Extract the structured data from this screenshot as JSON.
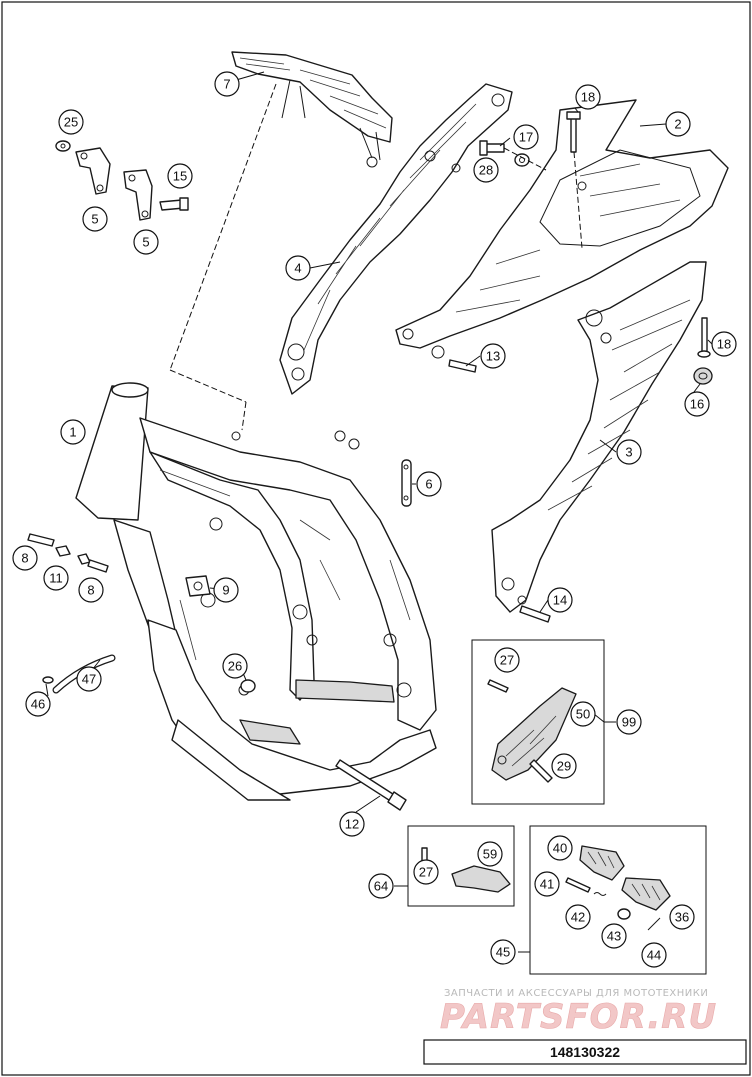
{
  "callouts": [
    {
      "id": "c1",
      "label": "1"
    },
    {
      "id": "c2",
      "label": "2"
    },
    {
      "id": "c3",
      "label": "3"
    },
    {
      "id": "c4",
      "label": "4"
    },
    {
      "id": "c5a",
      "label": "5"
    },
    {
      "id": "c5b",
      "label": "5"
    },
    {
      "id": "c6",
      "label": "6"
    },
    {
      "id": "c7",
      "label": "7"
    },
    {
      "id": "c8a",
      "label": "8"
    },
    {
      "id": "c8b",
      "label": "8"
    },
    {
      "id": "c9",
      "label": "9"
    },
    {
      "id": "c11",
      "label": "11"
    },
    {
      "id": "c12",
      "label": "12"
    },
    {
      "id": "c13",
      "label": "13"
    },
    {
      "id": "c14",
      "label": "14"
    },
    {
      "id": "c15",
      "label": "15"
    },
    {
      "id": "c16",
      "label": "16"
    },
    {
      "id": "c17",
      "label": "17"
    },
    {
      "id": "c18a",
      "label": "18"
    },
    {
      "id": "c18b",
      "label": "18"
    },
    {
      "id": "c25",
      "label": "25"
    },
    {
      "id": "c26",
      "label": "26"
    },
    {
      "id": "c27a",
      "label": "27"
    },
    {
      "id": "c27b",
      "label": "27"
    },
    {
      "id": "c28",
      "label": "28"
    },
    {
      "id": "c29",
      "label": "29"
    },
    {
      "id": "c36",
      "label": "36"
    },
    {
      "id": "c40",
      "label": "40"
    },
    {
      "id": "c41",
      "label": "41"
    },
    {
      "id": "c42",
      "label": "42"
    },
    {
      "id": "c43",
      "label": "43"
    },
    {
      "id": "c44",
      "label": "44"
    },
    {
      "id": "c45",
      "label": "45"
    },
    {
      "id": "c46",
      "label": "46"
    },
    {
      "id": "c47",
      "label": "47"
    },
    {
      "id": "c50",
      "label": "50"
    },
    {
      "id": "c59",
      "label": "59"
    },
    {
      "id": "c64",
      "label": "64"
    },
    {
      "id": "c99",
      "label": "99"
    }
  ],
  "watermark": {
    "tagline": "ЗАПЧАСТИ И АКСЕССУАРЫ ДЛЯ МОТОТЕХНИКИ",
    "logo": "PARTSFOR.RU"
  },
  "drawing_number": "148130322"
}
